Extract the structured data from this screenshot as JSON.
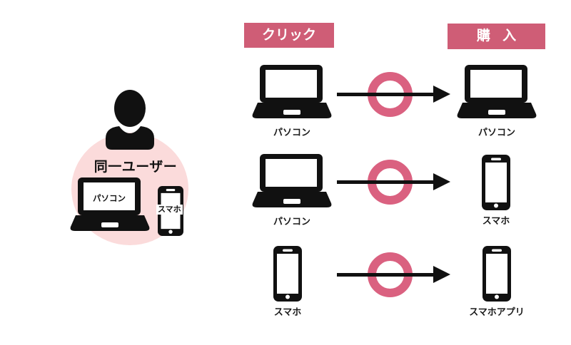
{
  "colors": {
    "header_pink": "#CF5D76",
    "ring_pink": "#DA6180",
    "light_pink_circle": "#FBDBDB",
    "icon_black": "#111111",
    "background": "#ffffff"
  },
  "left_panel": {
    "title": "同一ユーザー",
    "person_icon": "person-icon",
    "laptop_screen_label": "パソコン",
    "phone_label": "スマホ"
  },
  "headers": {
    "click": "クリック",
    "purchase": "購 入"
  },
  "rows": [
    {
      "from": {
        "type": "laptop",
        "label": "パソコン"
      },
      "connector": "arrow-through-ring",
      "to": {
        "type": "laptop",
        "label": "パソコン"
      }
    },
    {
      "from": {
        "type": "laptop",
        "label": "パソコン"
      },
      "connector": "arrow-through-ring",
      "to": {
        "type": "phone",
        "label": "スマホ"
      }
    },
    {
      "from": {
        "type": "phone",
        "label": "スマホ"
      },
      "connector": "arrow-through-ring",
      "to": {
        "type": "phone",
        "label": "スマホアプリ"
      }
    }
  ]
}
